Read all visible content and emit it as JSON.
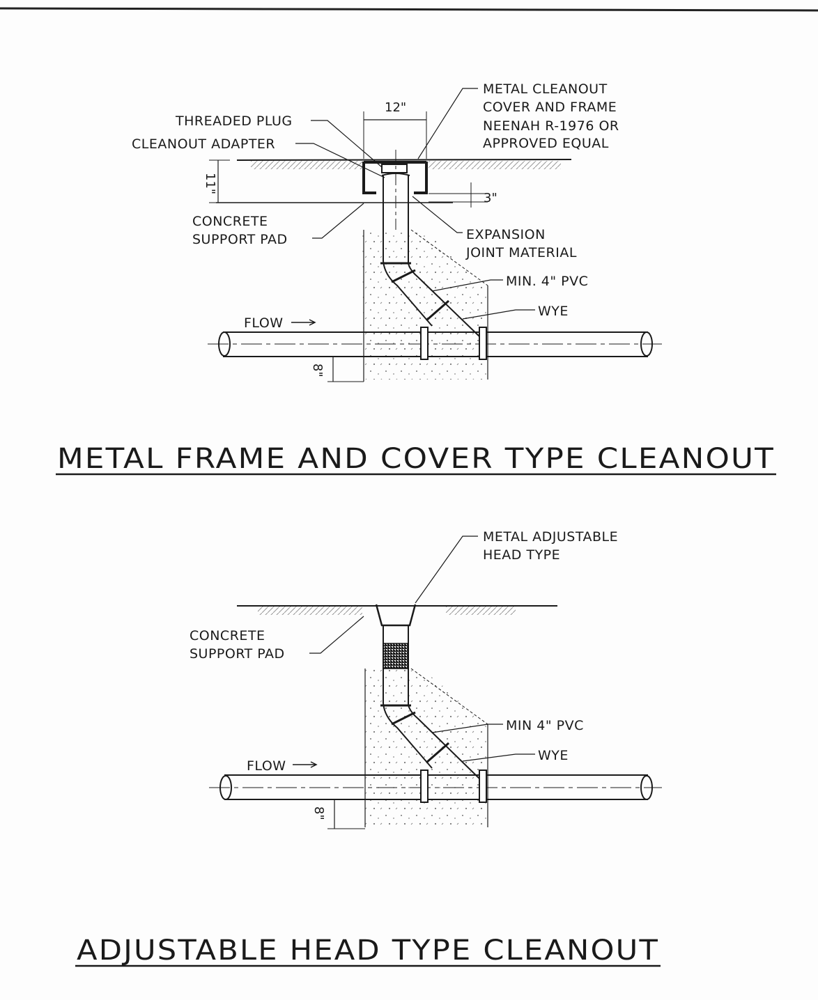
{
  "detail_1": {
    "title": "METAL FRAME AND COVER TYPE CLEANOUT",
    "labels": {
      "cover_line1": "METAL CLEANOUT",
      "cover_line2": "COVER AND FRAME",
      "cover_line3": "NEENAH R-1976 OR",
      "cover_line4": "APPROVED EQUAL",
      "threaded_plug": "THREADED PLUG",
      "cleanout_adapter": "CLEANOUT ADAPTER",
      "pad_line1": "CONCRETE",
      "pad_line2": "SUPPORT PAD",
      "expansion_line1": "EXPANSION",
      "expansion_line2": "JOINT MATERIAL",
      "min_pvc": "MIN. 4\" PVC",
      "wye": "WYE",
      "flow": "FLOW",
      "dim_width": "12\"",
      "dim_depth": "11\"",
      "dim_three": "3\"",
      "dim_eight": "8\""
    }
  },
  "detail_2": {
    "title": "ADJUSTABLE HEAD TYPE CLEANOUT",
    "labels": {
      "head_line1": "METAL ADJUSTABLE",
      "head_line2": "HEAD TYPE",
      "pad_line1": "CONCRETE",
      "pad_line2": "SUPPORT PAD",
      "min_pvc": "MIN 4\" PVC",
      "wye": "WYE",
      "flow": "FLOW",
      "dim_eight": "8\""
    }
  }
}
